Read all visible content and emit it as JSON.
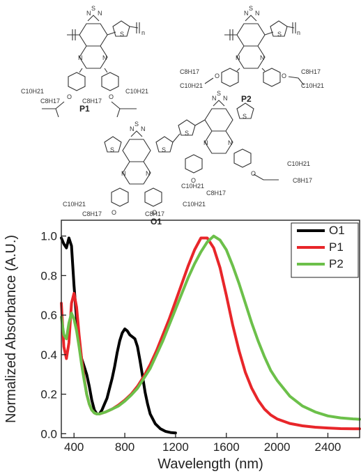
{
  "structures": {
    "labels": [
      "P1",
      "P2",
      "O1"
    ],
    "repeat_index": "n",
    "substituents": {
      "p1_left_main": "C10H21",
      "p1_left_branch": "C8H17",
      "p1_right_branch": "C8H17",
      "p1_right_main": "C10H21",
      "p2_left_top": "C8H17",
      "p2_left_bottom": "C10H21",
      "p2_right_top": "C8H17",
      "p2_right_bottom": "C10H21",
      "o1_a_main": "C10H21",
      "o1_a_branch": "C8H17",
      "o1_b_branch": "C8H17",
      "o1_b_main": "C10H21",
      "o1_c_branch": "C8H17",
      "o1_c_main": "C10H21",
      "o1_d_main": "C10H21",
      "o1_d_branch": "C8H17"
    }
  },
  "chart_data": {
    "type": "line",
    "xlabel": "Wavelength (nm)",
    "ylabel": "Normalized Absorbance (A.U.)",
    "xlim": [
      300,
      2650
    ],
    "ylim": [
      -0.02,
      1.08
    ],
    "xticks": [
      400,
      800,
      1200,
      1600,
      2000,
      2400
    ],
    "yticks": [
      0.0,
      0.2,
      0.4,
      0.6,
      0.8,
      1.0
    ],
    "ytick_labels": [
      "0.0",
      "0.2",
      "0.4",
      "0.6",
      "0.8",
      "1.0"
    ],
    "grid": false,
    "legend_position": "top-right",
    "series": [
      {
        "name": "O1",
        "color": "#000000",
        "x": [
          300,
          320,
          340,
          360,
          380,
          400,
          420,
          440,
          460,
          480,
          500,
          520,
          540,
          560,
          580,
          600,
          620,
          640,
          660,
          680,
          700,
          720,
          740,
          760,
          780,
          800,
          820,
          840,
          860,
          880,
          900,
          920,
          940,
          960,
          980,
          1000,
          1040,
          1080,
          1120,
          1160,
          1200
        ],
        "y": [
          0.99,
          0.96,
          0.94,
          0.99,
          0.95,
          0.75,
          0.58,
          0.46,
          0.38,
          0.34,
          0.3,
          0.24,
          0.17,
          0.12,
          0.1,
          0.1,
          0.12,
          0.15,
          0.18,
          0.23,
          0.28,
          0.34,
          0.41,
          0.47,
          0.51,
          0.53,
          0.52,
          0.5,
          0.49,
          0.48,
          0.44,
          0.37,
          0.29,
          0.21,
          0.15,
          0.1,
          0.05,
          0.025,
          0.012,
          0.006,
          0.004
        ]
      },
      {
        "name": "P1",
        "color": "#e8262a",
        "x": [
          300,
          320,
          340,
          360,
          380,
          400,
          420,
          440,
          460,
          480,
          500,
          520,
          540,
          560,
          580,
          600,
          650,
          700,
          750,
          800,
          850,
          900,
          950,
          1000,
          1050,
          1100,
          1150,
          1200,
          1250,
          1300,
          1350,
          1400,
          1450,
          1500,
          1550,
          1600,
          1650,
          1700,
          1750,
          1800,
          1850,
          1900,
          1950,
          2000,
          2100,
          2200,
          2300,
          2400,
          2500,
          2600,
          2650
        ],
        "y": [
          0.66,
          0.44,
          0.38,
          0.46,
          0.66,
          0.71,
          0.64,
          0.5,
          0.38,
          0.28,
          0.2,
          0.15,
          0.12,
          0.105,
          0.1,
          0.1,
          0.11,
          0.125,
          0.145,
          0.17,
          0.2,
          0.24,
          0.29,
          0.35,
          0.42,
          0.5,
          0.58,
          0.67,
          0.76,
          0.85,
          0.93,
          0.99,
          0.99,
          0.94,
          0.84,
          0.7,
          0.55,
          0.42,
          0.31,
          0.23,
          0.17,
          0.125,
          0.095,
          0.075,
          0.052,
          0.04,
          0.033,
          0.029,
          0.026,
          0.025,
          0.025
        ]
      },
      {
        "name": "P2",
        "color": "#6cc04a",
        "x": [
          300,
          320,
          340,
          360,
          380,
          400,
          420,
          440,
          460,
          480,
          500,
          520,
          540,
          560,
          580,
          600,
          650,
          700,
          750,
          800,
          850,
          900,
          950,
          1000,
          1050,
          1100,
          1150,
          1200,
          1250,
          1300,
          1350,
          1400,
          1450,
          1500,
          1550,
          1600,
          1650,
          1700,
          1750,
          1800,
          1850,
          1900,
          1950,
          2000,
          2100,
          2200,
          2300,
          2400,
          2500,
          2600,
          2650
        ],
        "y": [
          0.59,
          0.5,
          0.48,
          0.56,
          0.61,
          0.58,
          0.52,
          0.44,
          0.35,
          0.27,
          0.2,
          0.15,
          0.12,
          0.105,
          0.1,
          0.1,
          0.11,
          0.125,
          0.14,
          0.165,
          0.195,
          0.23,
          0.28,
          0.33,
          0.4,
          0.47,
          0.55,
          0.63,
          0.71,
          0.79,
          0.86,
          0.92,
          0.97,
          1.0,
          0.98,
          0.93,
          0.85,
          0.76,
          0.66,
          0.56,
          0.47,
          0.39,
          0.32,
          0.27,
          0.19,
          0.14,
          0.11,
          0.09,
          0.08,
          0.075,
          0.073
        ]
      }
    ]
  }
}
